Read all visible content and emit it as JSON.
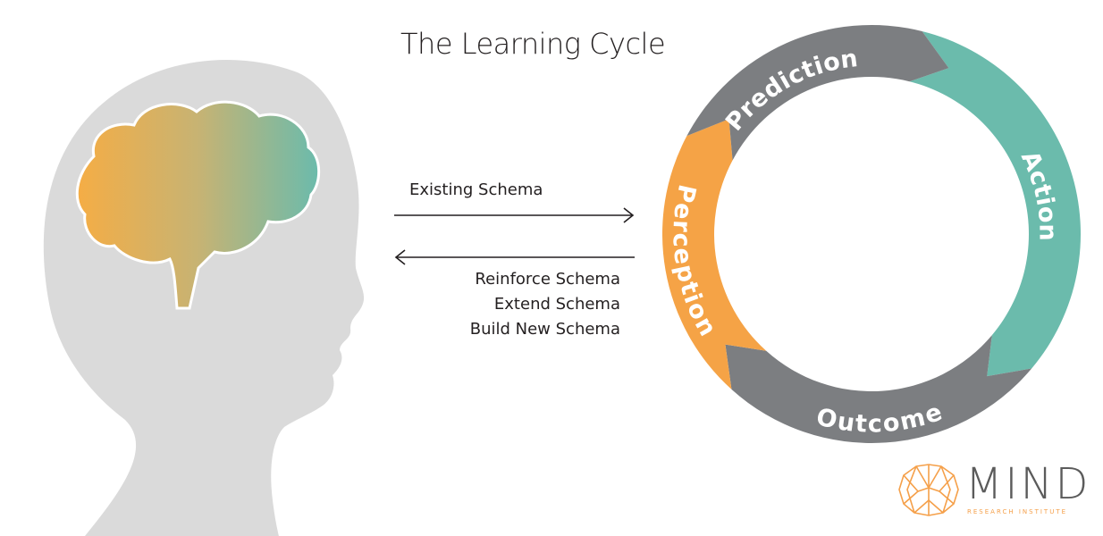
{
  "title": "The Learning Cycle",
  "arrows": {
    "forward_label": "Existing Schema",
    "back_labels": [
      "Reinforce Schema",
      "Extend Schema",
      "Build New Schema"
    ]
  },
  "cycle": {
    "segments": [
      {
        "label": "Action",
        "color": "#6bbbac"
      },
      {
        "label": "Outcome",
        "color": "#7c7e81"
      },
      {
        "label": "Perception",
        "color": "#f5a346"
      },
      {
        "label": "Prediction",
        "color": "#7c7e81"
      }
    ]
  },
  "colors": {
    "silhouette": "#dadada",
    "brain_left": "#f5ad45",
    "brain_right": "#6bbbac",
    "text": "#231f20"
  },
  "logo": {
    "name": "MIND",
    "subtitle": "RESEARCH INSTITUTE",
    "icon": "brain-outline-icon"
  }
}
